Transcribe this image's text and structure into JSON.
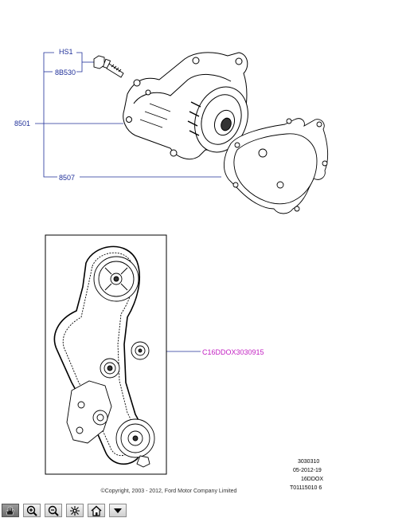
{
  "callouts": {
    "hs1": "HS1",
    "bolt": "8B530",
    "pump": "8501",
    "gasket": "8507",
    "illustration": "C16DDOX3030915"
  },
  "reference": {
    "line1": "3030310",
    "line2": "05-2012-19",
    "line3": "16DDOX",
    "line4": "T01115010 6"
  },
  "copyright": "©Copyright, 2003 - 2012, Ford Motor Company Limited",
  "toolbar": {
    "buttons": [
      {
        "icon": "hand-pan-icon",
        "active": true
      },
      {
        "icon": "zoom-in-icon",
        "active": false
      },
      {
        "icon": "zoom-out-icon",
        "active": false
      },
      {
        "icon": "fit-to-window-icon",
        "active": false
      },
      {
        "icon": "home-icon",
        "active": false
      },
      {
        "icon": "dropdown-arrow-icon",
        "active": false
      }
    ]
  },
  "colors": {
    "callout_blue": "#1f2f99",
    "callout_magenta": "#c21fc2"
  }
}
